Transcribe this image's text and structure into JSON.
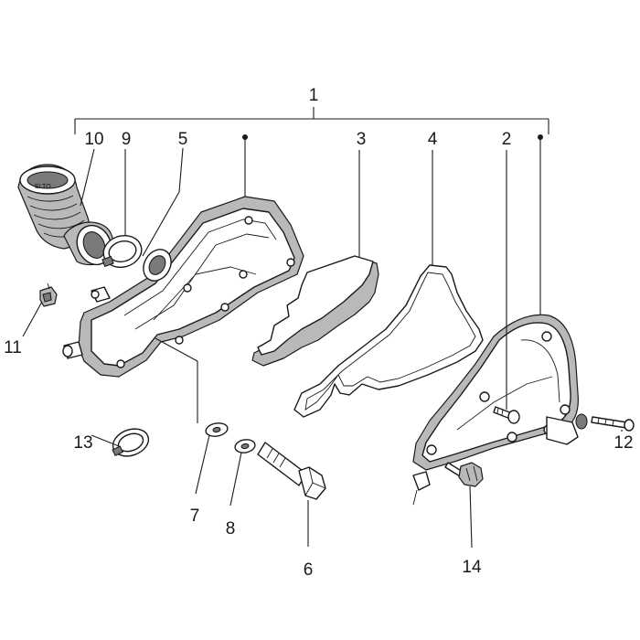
{
  "diagram": {
    "background": "#ffffff",
    "ink_color": "#1a1a1a",
    "shade_color": "#b9b9b9",
    "callouts": [
      {
        "id": "c1",
        "label": "1"
      },
      {
        "id": "c2",
        "label": "2"
      },
      {
        "id": "c3",
        "label": "3"
      },
      {
        "id": "c4",
        "label": "4"
      },
      {
        "id": "c5",
        "label": "5"
      },
      {
        "id": "c6",
        "label": "6"
      },
      {
        "id": "c7",
        "label": "7"
      },
      {
        "id": "c8",
        "label": "8"
      },
      {
        "id": "c9",
        "label": "9"
      },
      {
        "id": "c10",
        "label": "10"
      },
      {
        "id": "c11",
        "label": "11"
      },
      {
        "id": "c12",
        "label": "12"
      },
      {
        "id": "c13",
        "label": "13"
      },
      {
        "id": "c14",
        "label": "14"
      }
    ]
  }
}
